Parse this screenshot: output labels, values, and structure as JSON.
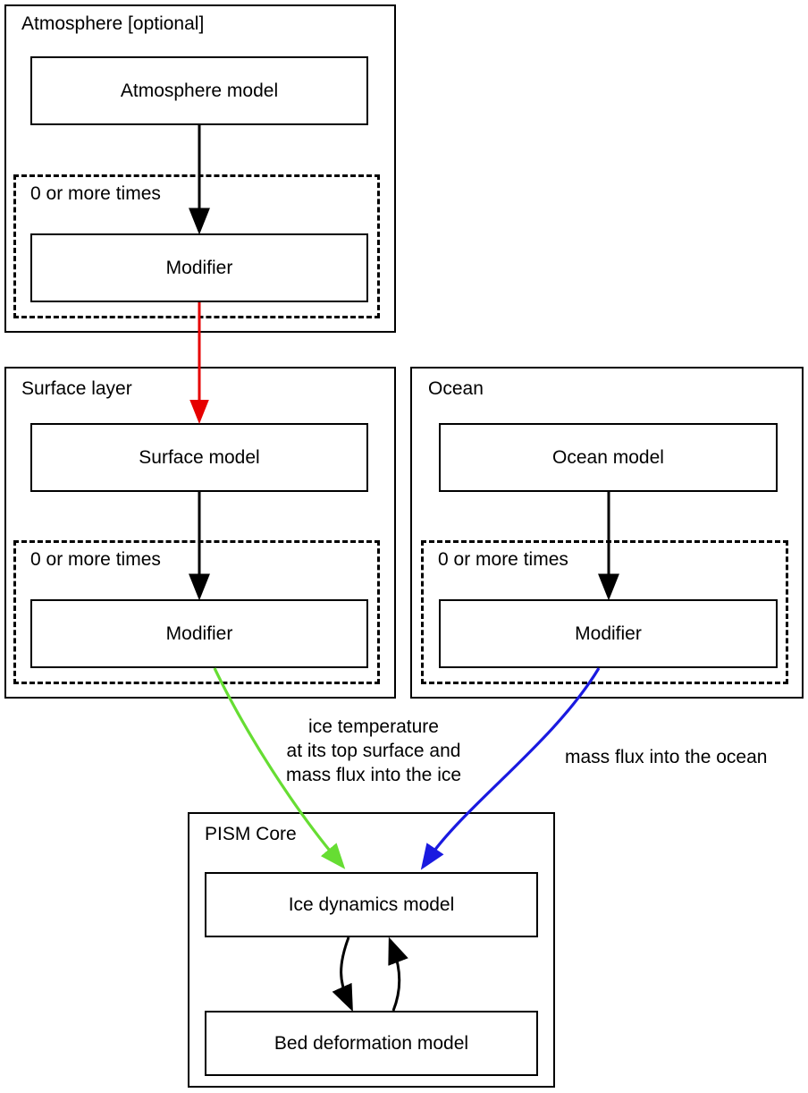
{
  "diagram": {
    "title_present": false,
    "colors": {
      "outline": "#000000",
      "background": "#ffffff",
      "atmosphere_to_surface_arrow": "#e60000",
      "surface_to_core_arrow": "#66dd33",
      "ocean_to_core_arrow": "#1a1ae0",
      "plain_arrow": "#000000"
    }
  },
  "groups": {
    "atmosphere": {
      "label": "Atmosphere [optional]",
      "model_box": "Atmosphere model",
      "repeat_label": "0 or more times",
      "modifier_box": "Modifier"
    },
    "surface": {
      "label": "Surface layer",
      "model_box": "Surface model",
      "repeat_label": "0 or more times",
      "modifier_box": "Modifier"
    },
    "ocean": {
      "label": "Ocean",
      "model_box": "Ocean model",
      "repeat_label": "0 or more times",
      "modifier_box": "Modifier"
    },
    "pism_core": {
      "label": "PISM Core",
      "ice_dynamics_box": "Ice dynamics model",
      "bed_deformation_box": "Bed deformation model"
    }
  },
  "edge_labels": {
    "surface_to_core": "ice temperature\nat its top surface and\nmass flux into the ice",
    "ocean_to_core": "mass flux into the ocean"
  }
}
